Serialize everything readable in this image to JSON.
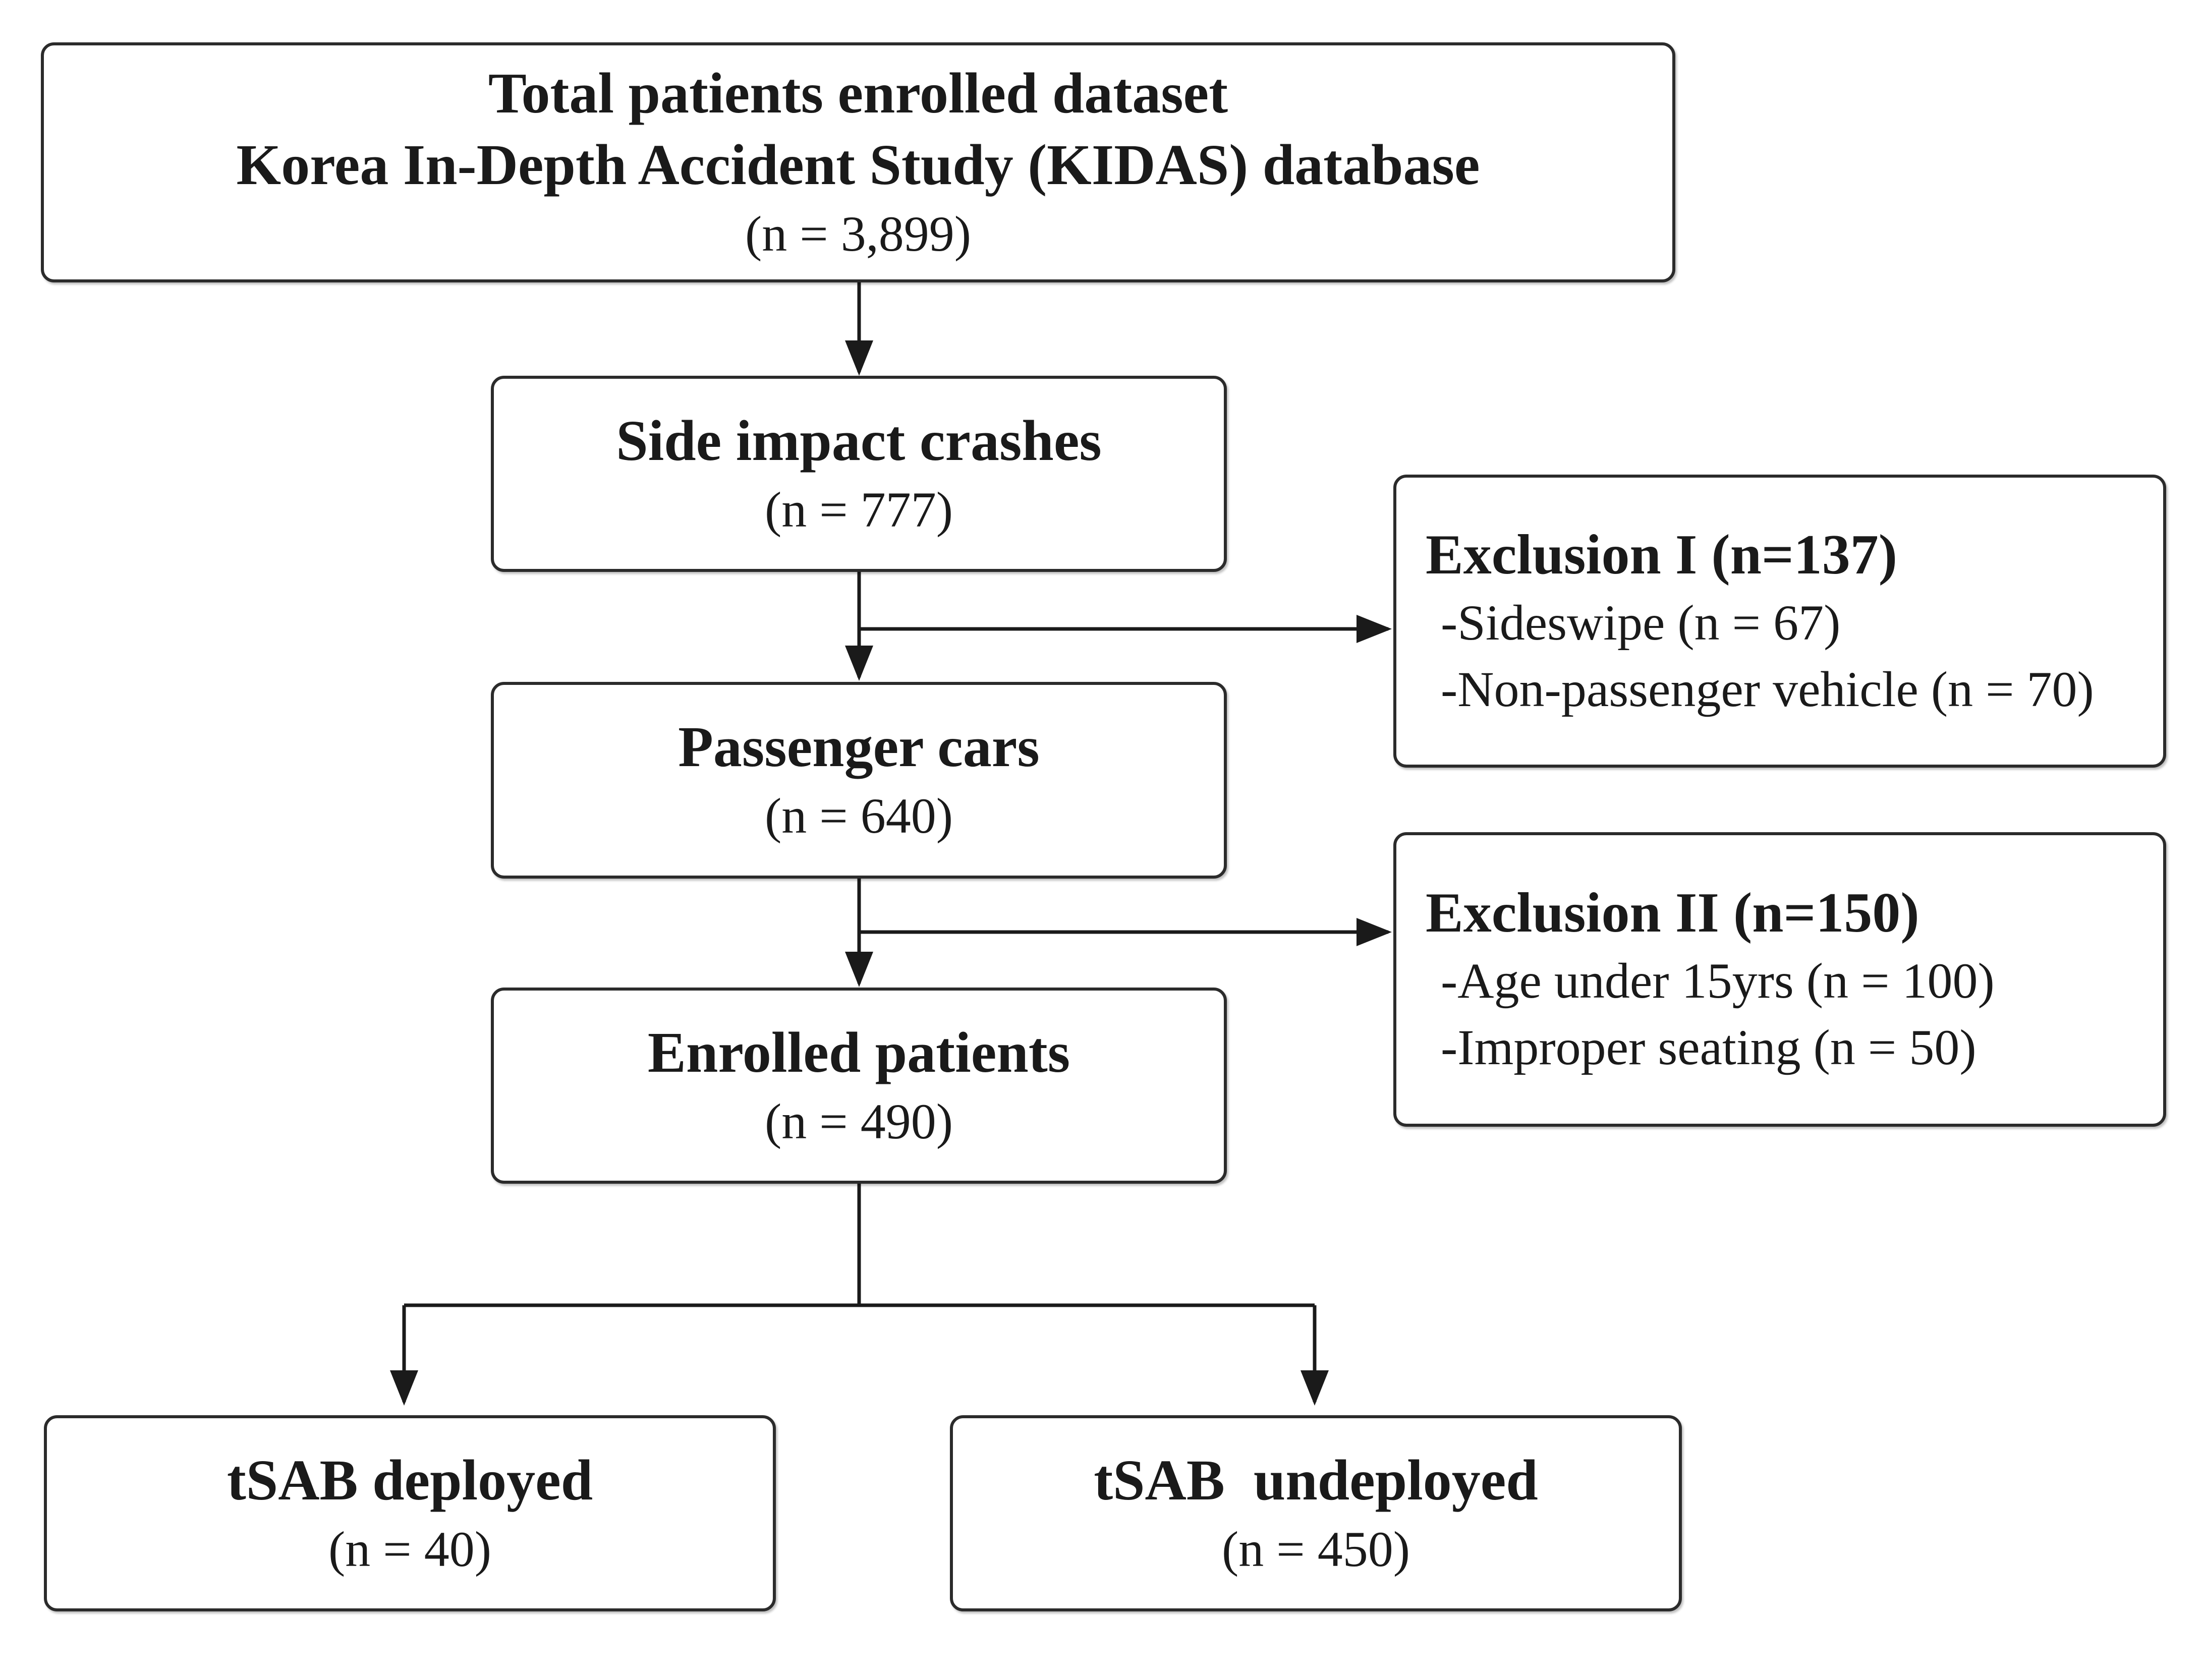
{
  "nodes": {
    "total": {
      "line1": "Total patients enrolled dataset",
      "line2": "Korea In-Depth Accident Study (KIDAS) database",
      "count": "(n = 3,899)"
    },
    "side_impact": {
      "title": "Side impact crashes",
      "count": "(n = 777)"
    },
    "passenger_cars": {
      "title": "Passenger cars",
      "count": "(n = 640)"
    },
    "enrolled": {
      "title": "Enrolled patients",
      "count": "(n = 490)"
    },
    "tsab_deployed": {
      "title": "tSAB deployed",
      "count": "(n = 40)"
    },
    "tsab_undeployed": {
      "title": "tSAB  undeployed",
      "count": "(n = 450)"
    }
  },
  "exclusions": {
    "exclusion1": {
      "title": "Exclusion I (n=137)",
      "items": [
        "-Sideswipe (n = 67)",
        "-Non-passenger vehicle (n = 70)"
      ]
    },
    "exclusion2": {
      "title": "Exclusion II (n=150)",
      "items": [
        "-Age under 15yrs (n = 100)",
        "-Improper seating (n = 50)"
      ]
    }
  },
  "edges": [
    {
      "from": "total",
      "to": "side_impact"
    },
    {
      "from": "side_impact",
      "to": "passenger_cars"
    },
    {
      "from": "side_impact",
      "to": "exclusion1"
    },
    {
      "from": "passenger_cars",
      "to": "enrolled"
    },
    {
      "from": "passenger_cars",
      "to": "exclusion2"
    },
    {
      "from": "enrolled",
      "to": "tsab_deployed"
    },
    {
      "from": "enrolled",
      "to": "tsab_undeployed"
    }
  ]
}
